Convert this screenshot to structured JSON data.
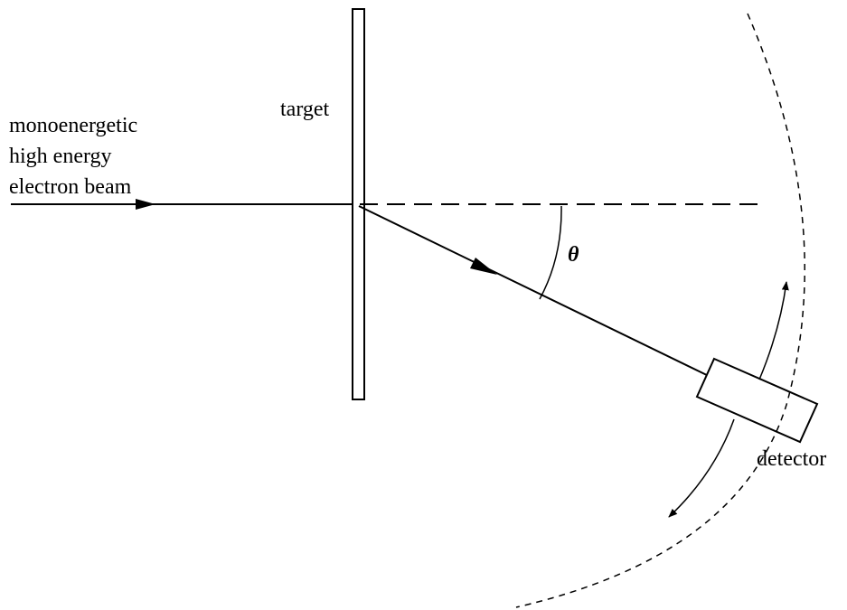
{
  "diagram": {
    "beam_label_lines": [
      "monoenergetic",
      "high energy",
      "electron beam"
    ],
    "target_label": "target",
    "angle_label": "θ",
    "detector_label": "detector"
  },
  "colors": {
    "stroke": "#000000",
    "background": "#ffffff"
  }
}
